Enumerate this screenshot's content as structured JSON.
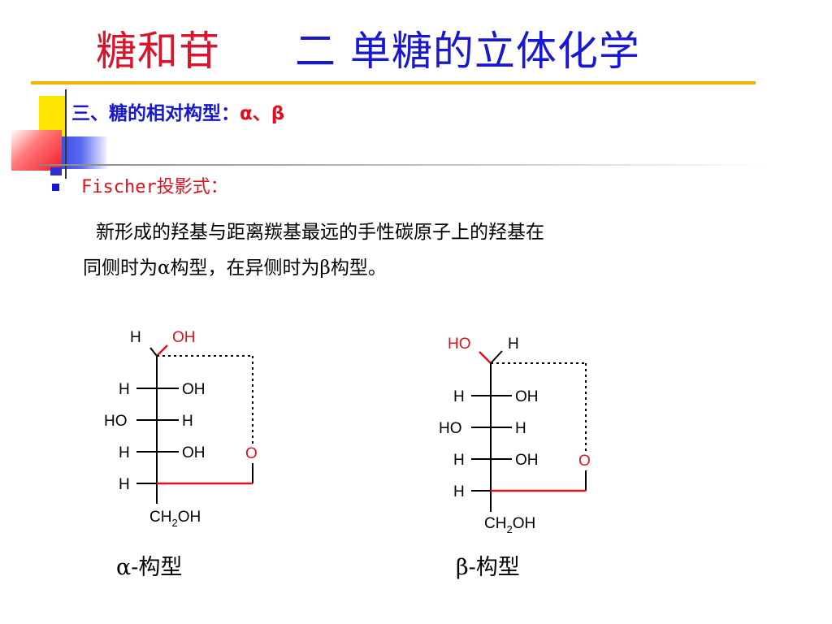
{
  "header": {
    "chapter": "糖和苷",
    "section": "二  单糖的立体化学"
  },
  "subheading": {
    "text": "三、糖的相对构型：",
    "greek": "α、β"
  },
  "bullet": {
    "label": "Fischer投影式："
  },
  "body": {
    "line1": "新形成的羟基与距离羰基最远的手性碳原子上的羟基在",
    "line2": "同侧时为α构型，在异侧时为β构型。"
  },
  "alpha": {
    "top_left": "H",
    "top_right": "OH",
    "rows": [
      {
        "left": "H",
        "right": "OH"
      },
      {
        "left": "HO",
        "right": "H"
      },
      {
        "left": "H",
        "right": "OH"
      },
      {
        "left": "H",
        "right": ""
      }
    ],
    "ring_oxygen": "O",
    "bottom": "CH2OH",
    "bottom_main": "CH",
    "bottom_sub": "2",
    "bottom_tail": "OH",
    "caption": "α-构型"
  },
  "beta": {
    "top_left": "HO",
    "top_right": "H",
    "rows": [
      {
        "left": "H",
        "right": "OH"
      },
      {
        "left": "HO",
        "right": "H"
      },
      {
        "left": "H",
        "right": "OH"
      },
      {
        "left": "H",
        "right": ""
      }
    ],
    "ring_oxygen": "O",
    "bottom": "CH2OH",
    "bottom_main": "CH",
    "bottom_sub": "2",
    "bottom_tail": "OH",
    "caption": "β-构型"
  },
  "colors": {
    "title_red": "#d9142b",
    "title_blue": "#1818d0",
    "rule_gold": "#f0b400",
    "bond_red": "#e01020"
  }
}
